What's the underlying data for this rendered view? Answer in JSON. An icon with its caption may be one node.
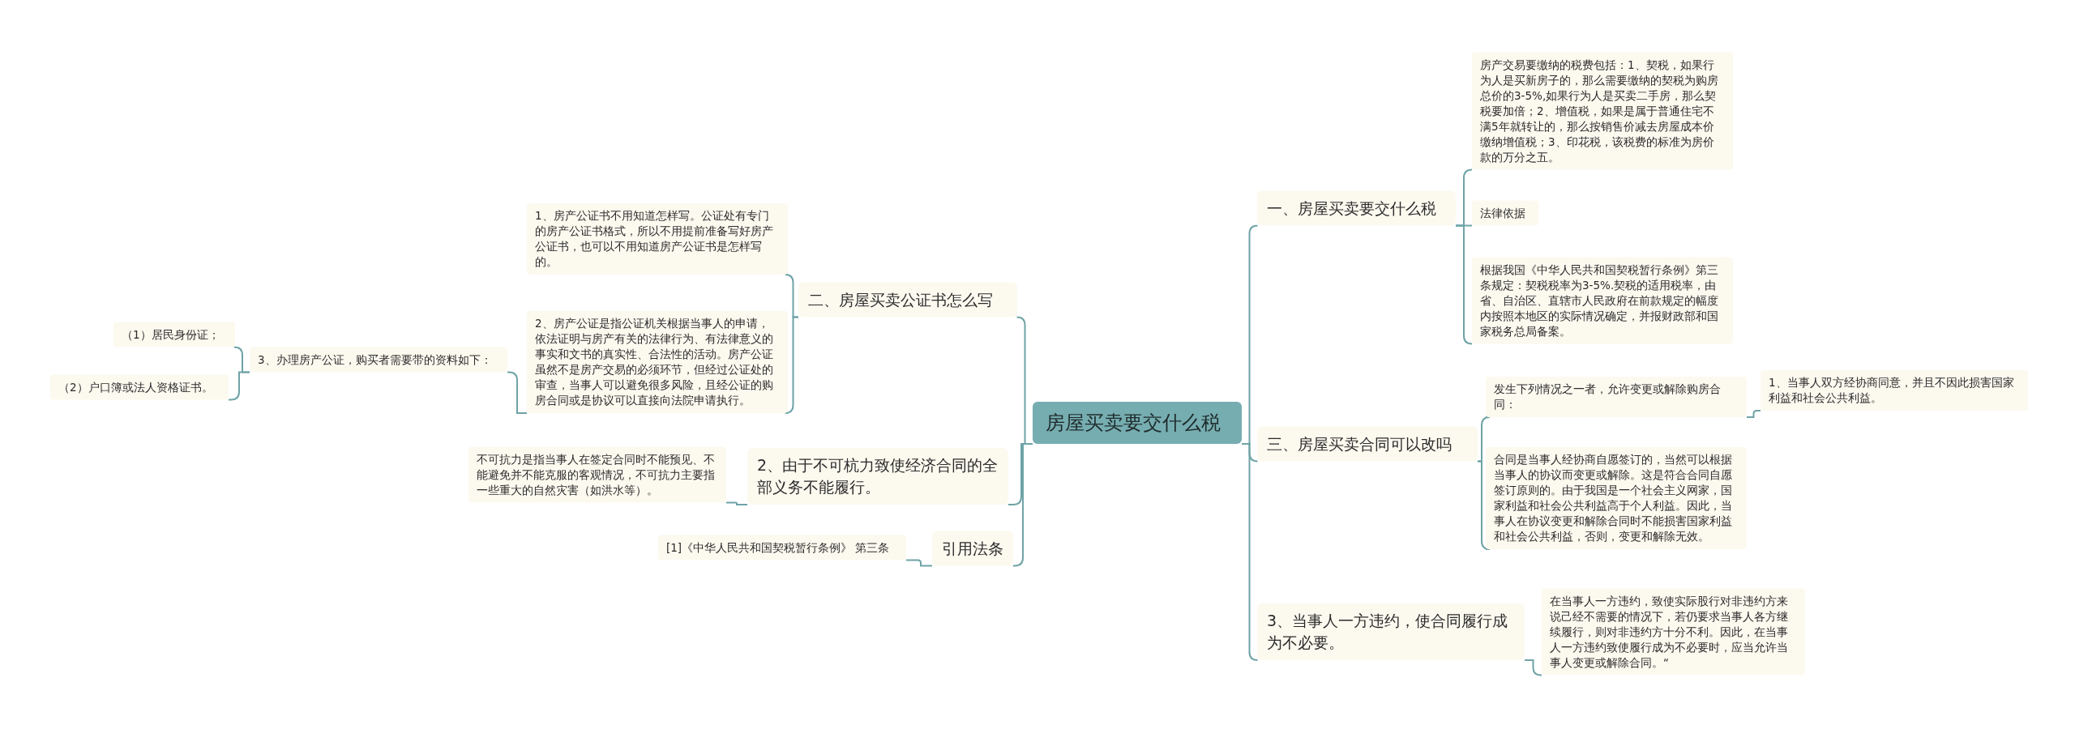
{
  "diagram": {
    "nodes": [
      {
        "text": [
          "房屋买卖要交什么税"
        ]
      },
      {
        "text": [
          "一、房屋买卖要交什么税"
        ]
      },
      {
        "text": [
          "房产交易要缴纳的税费包括：1、契税，如果行为人是买新房子的，那么需要缴纳的契税为购房总价的3-5%,如果行为人是买卖二手房，那么契税要加倍；2、增值税，如果是属于普通住宅不满5年就转让的，那么按销售价减去房屋成本价缴纳增值税；3、印花税，该税费的标准为房价款的万分之五。"
        ]
      },
      {
        "text": [
          "法律依据"
        ]
      },
      {
        "text": [
          "根据我国《中华人民共和国契税暂行条例》第三条规定：契税税率为3-5%.契税的适用税率，由省、自治区、直辖市人民政府在前款规定的幅度内按照本地区的实际情况确定，并报财政部和国家税务总局备案。"
        ]
      },
      {
        "text": [
          "三、房屋买卖合同可以改吗"
        ]
      },
      {
        "text": [
          "发生下列情况之一者，允许变更或解除购房合同："
        ]
      },
      {
        "text": [
          "1、当事人双方经协商同意，并且不因此损害国家利益和社会公共利益。"
        ]
      },
      {
        "text": [
          "合同是当事人经协商自愿签订的，当然可以根据当事人的协议而变更或解除。这是符合合同自愿签订原则的。由于我国是一个社会主义网家，国家利益和社会公共利益高于个人利益。因此，当事人在协议变更和解除合同时不能损害国家利益和社会公共利益，否则，变更和解除无效。"
        ]
      },
      {
        "text": [
          "3、当事人一方违约，使合同履行成为不必要。"
        ]
      },
      {
        "text": [
          "在当事人一方违约，致使实际股行对非违约方来说己经不需要的情况下，若仍要求当事人各方继续履行，则对非违约方十分不利。因此，在当事人一方违约致使履行成为不必要时，应当允许当事人变更或解除合同。“"
        ]
      },
      {
        "text": [
          "二、房屋买卖公证书怎么写"
        ]
      },
      {
        "text": [
          "1、房产公证书不用知道怎样写。公证处有专门的房产公证书格式，所以不用提前准备写好房产公证书，也可以不用知道房产公证书是怎样写的。"
        ]
      },
      {
        "text": [
          "2、房产公证是指公证机关根据当事人的申请，依法证明与房产有关的法律行为、有法律意义的事实和文书的真实性、合法性的活动。房产公证虽然不是房产交易的必须环节，但经过公证处的审查，当事人可以避免很多风险，且经公证的购房合同或是协议可以直接向法院申请执行。"
        ]
      },
      {
        "text": [
          "3、办理房产公证，购买者需要带的资料如下："
        ]
      },
      {
        "text": [
          "（1）居民身份证；"
        ]
      },
      {
        "text": [
          "（2）户口簿或法人资格证书。"
        ]
      },
      {
        "text": [
          "2、由于不可杭力致使经济合同的全部义务不能履行。"
        ]
      },
      {
        "text": [
          "不可抗力是指当事人在签定合同时不能预见、不能避免并不能克服的客观情况，不可抗力主要指一些重大的自然灾害（如洪水等）。"
        ]
      },
      {
        "text": [
          "引用法条"
        ]
      },
      {
        "text": [
          "[1]《中华人民共和国契税暂行条例》 第三条"
        ]
      }
    ],
    "edges": [
      {
        "from": 0,
        "to": 1,
        "arrow": "none"
      },
      {
        "from": 1,
        "to": 2,
        "arrow": "none"
      },
      {
        "from": 1,
        "to": 3,
        "arrow": "none"
      },
      {
        "from": 1,
        "to": 4,
        "arrow": "none"
      },
      {
        "from": 0,
        "to": 5,
        "arrow": "none"
      },
      {
        "from": 5,
        "to": 6,
        "arrow": "none"
      },
      {
        "from": 6,
        "to": 7,
        "arrow": "none"
      },
      {
        "from": 5,
        "to": 8,
        "arrow": "none"
      },
      {
        "from": 0,
        "to": 9,
        "arrow": "none"
      },
      {
        "from": 9,
        "to": 10,
        "arrow": "none"
      },
      {
        "from": 0,
        "to": 11,
        "arrow": "none"
      },
      {
        "from": 11,
        "to": 12,
        "arrow": "none"
      },
      {
        "from": 11,
        "to": 13,
        "arrow": "none"
      },
      {
        "from": 13,
        "to": 14,
        "arrow": "none"
      },
      {
        "from": 14,
        "to": 15,
        "arrow": "none"
      },
      {
        "from": 14,
        "to": 16,
        "arrow": "none"
      },
      {
        "from": 0,
        "to": 17,
        "arrow": "none"
      },
      {
        "from": 17,
        "to": 18,
        "arrow": "none"
      },
      {
        "from": 0,
        "to": 19,
        "arrow": "none"
      },
      {
        "from": 19,
        "to": 20,
        "arrow": "none"
      }
    ]
  }
}
